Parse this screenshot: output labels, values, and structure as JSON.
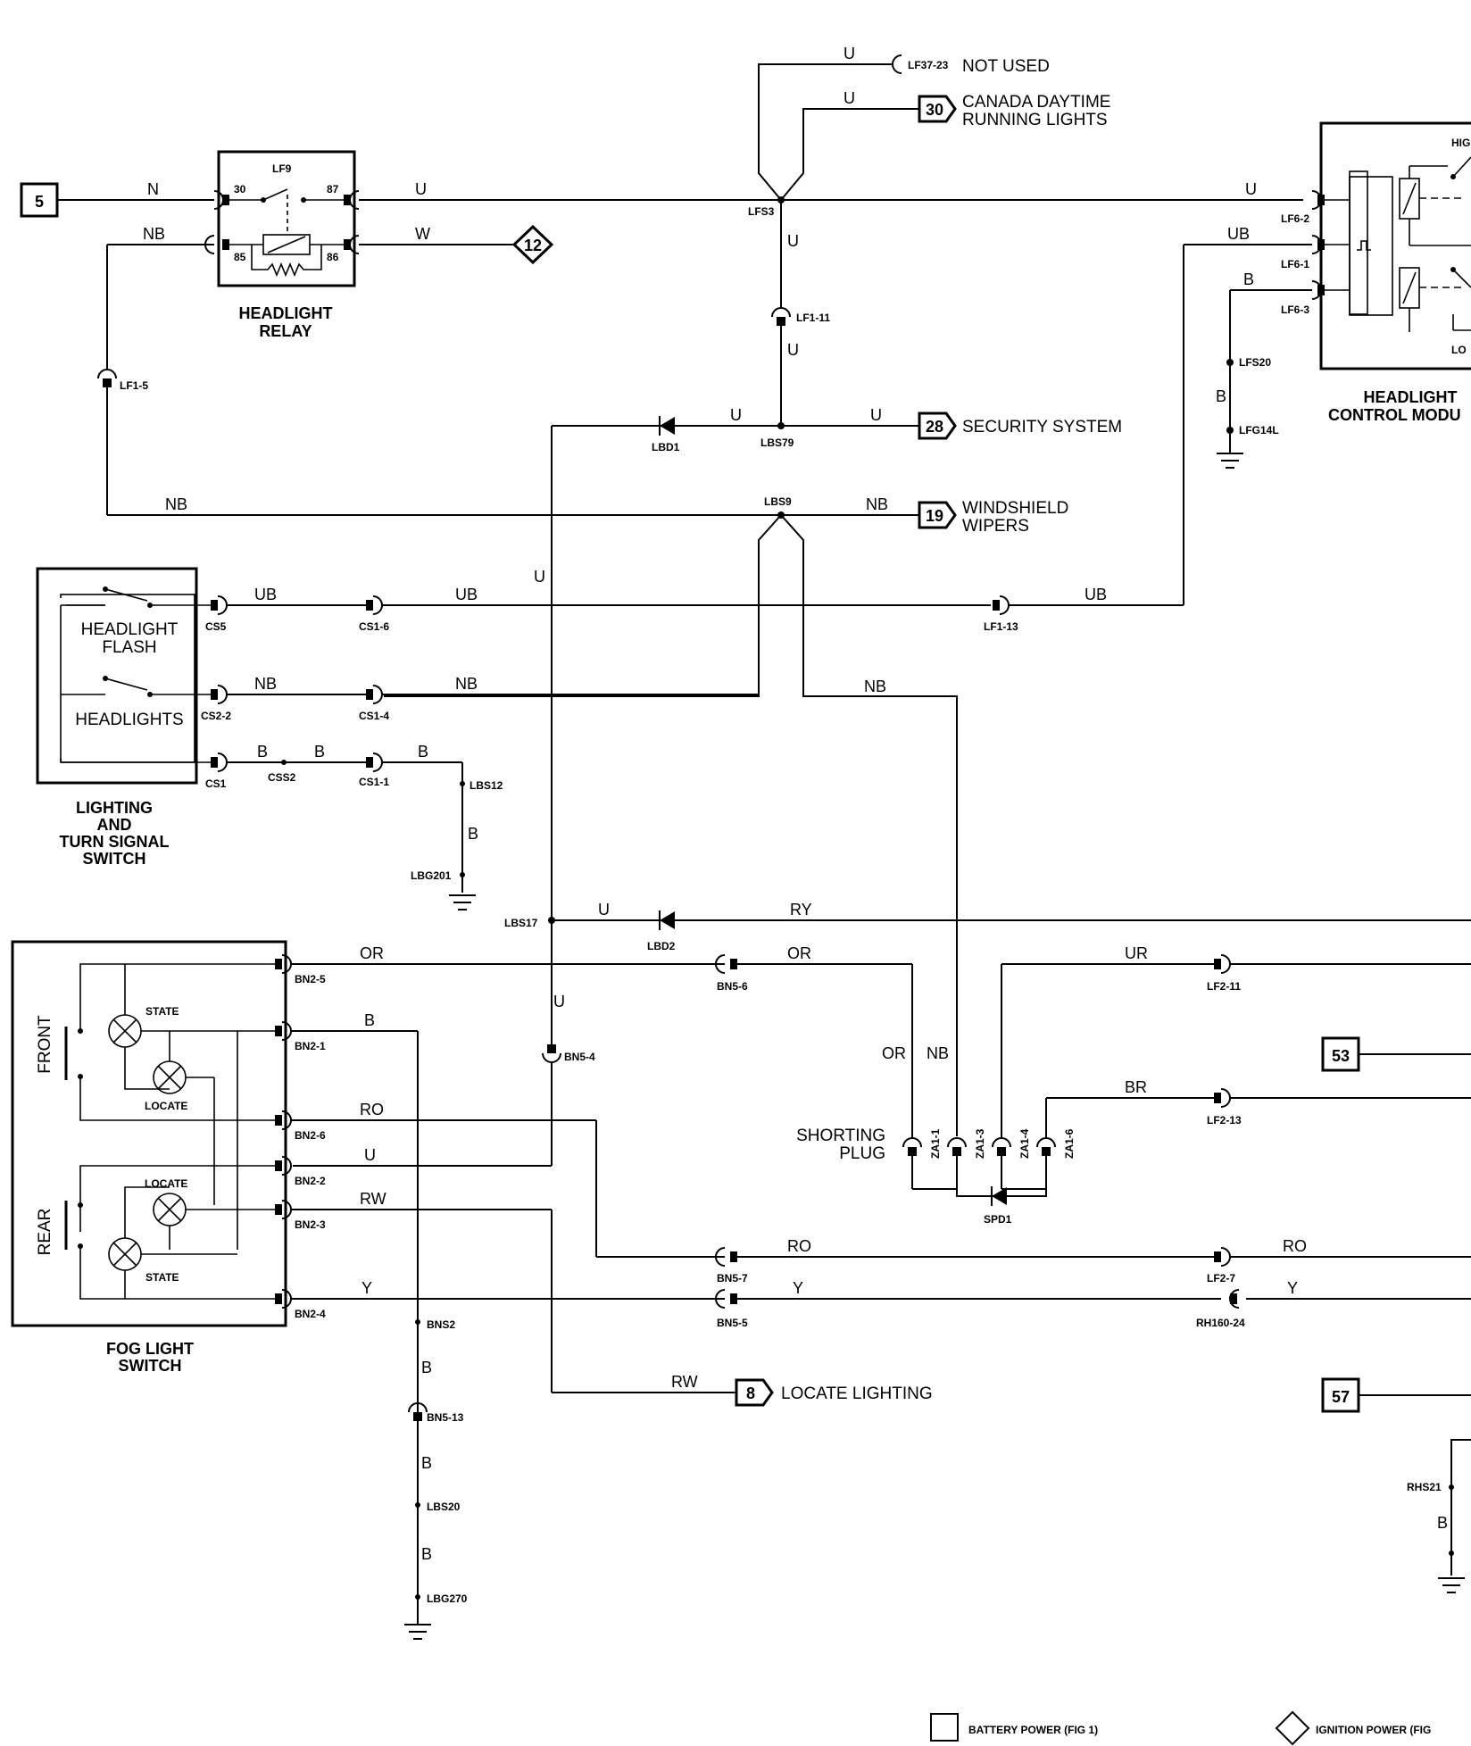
{
  "refs": {
    "r5": "5",
    "r12": "12",
    "r30": "30",
    "r28": "28",
    "r19": "19",
    "r53": "53",
    "r8": "8",
    "r57": "57"
  },
  "destinations": {
    "not_used": "NOT USED",
    "canada_1": "CANADA DAYTIME",
    "canada_2": "RUNNING LIGHTS",
    "security": "SECURITY SYSTEM",
    "wipers_1": "WINDSHIELD",
    "wipers_2": "WIPERS",
    "locate": "LOCATE LIGHTING"
  },
  "components": {
    "relay_1": "HEADLIGHT",
    "relay_2": "RELAY",
    "hcm_1": "HEADLIGHT",
    "hcm_2": "CONTROL MODU",
    "lts_1": "LIGHTING",
    "lts_2": "AND",
    "lts_3": "TURN SIGNAL",
    "lts_4": "SWITCH",
    "sw_flash_1": "HEADLIGHT",
    "sw_flash_2": "FLASH",
    "sw_headlights": "HEADLIGHTS",
    "fog_1": "FOG LIGHT",
    "fog_2": "SWITCH",
    "front": "FRONT",
    "rear": "REAR",
    "state": "STATE",
    "locate": "LOCATE",
    "shorting_1": "SHORTING",
    "shorting_2": "PLUG",
    "hcm_hi": "HIG",
    "hcm_lo": "LO"
  },
  "wire_colors": {
    "N": "N",
    "NB": "NB",
    "U": "U",
    "W": "W",
    "UB": "UB",
    "B": "B",
    "RY": "RY",
    "OR": "OR",
    "UR": "UR",
    "BR": "BR",
    "RO": "RO",
    "RW": "RW",
    "Y": "Y"
  },
  "connectors": {
    "LF9": "LF9",
    "p30": "30",
    "p87": "87",
    "p85": "85",
    "p86": "86",
    "LF37_23": "LF37-23",
    "LFS3": "LFS3",
    "LF1_11": "LF1-11",
    "LBS79": "LBS79",
    "LBD1": "LBD1",
    "LF1_5": "LF1-5",
    "LBS9": "LBS9",
    "LF6_2": "LF6-2",
    "LF6_1": "LF6-1",
    "LF6_3": "LF6-3",
    "LFS20": "LFS20",
    "LFG14L": "LFG14L",
    "CS5": "CS5",
    "CS1_6": "CS1-6",
    "LF1_13": "LF1-13",
    "CS2_2": "CS2-2",
    "CS1_4": "CS1-4",
    "CS1": "CS1",
    "CSS2": "CSS2",
    "CS1_1": "CS1-1",
    "LBS12": "LBS12",
    "LBG201": "LBG201",
    "LBS17": "LBS17",
    "LBD2": "LBD2",
    "BN2_5": "BN2-5",
    "BN5_6": "BN5-6",
    "LF2_11": "LF2-11",
    "BN2_1": "BN2-1",
    "BN5_4": "BN5-4",
    "BN2_6": "BN2-6",
    "LF2_13": "LF2-13",
    "ZA1_1": "ZA1-1",
    "ZA1_3": "ZA1-3",
    "ZA1_4": "ZA1-4",
    "ZA1_6": "ZA1-6",
    "SPD1": "SPD1",
    "BN2_2": "BN2-2",
    "BN2_3": "BN2-3",
    "BN5_7": "BN5-7",
    "LF2_7": "LF2-7",
    "BN2_4": "BN2-4",
    "BN5_5": "BN5-5",
    "RH160_24": "RH160-24",
    "BNS2": "BNS2",
    "BN5_13": "BN5-13",
    "LBS20": "LBS20",
    "LBG270": "LBG270",
    "RHS21": "RHS21"
  },
  "legend": {
    "battery": "BATTERY POWER (FIG 1)",
    "ignition": "IGNITION POWER (FIG"
  }
}
